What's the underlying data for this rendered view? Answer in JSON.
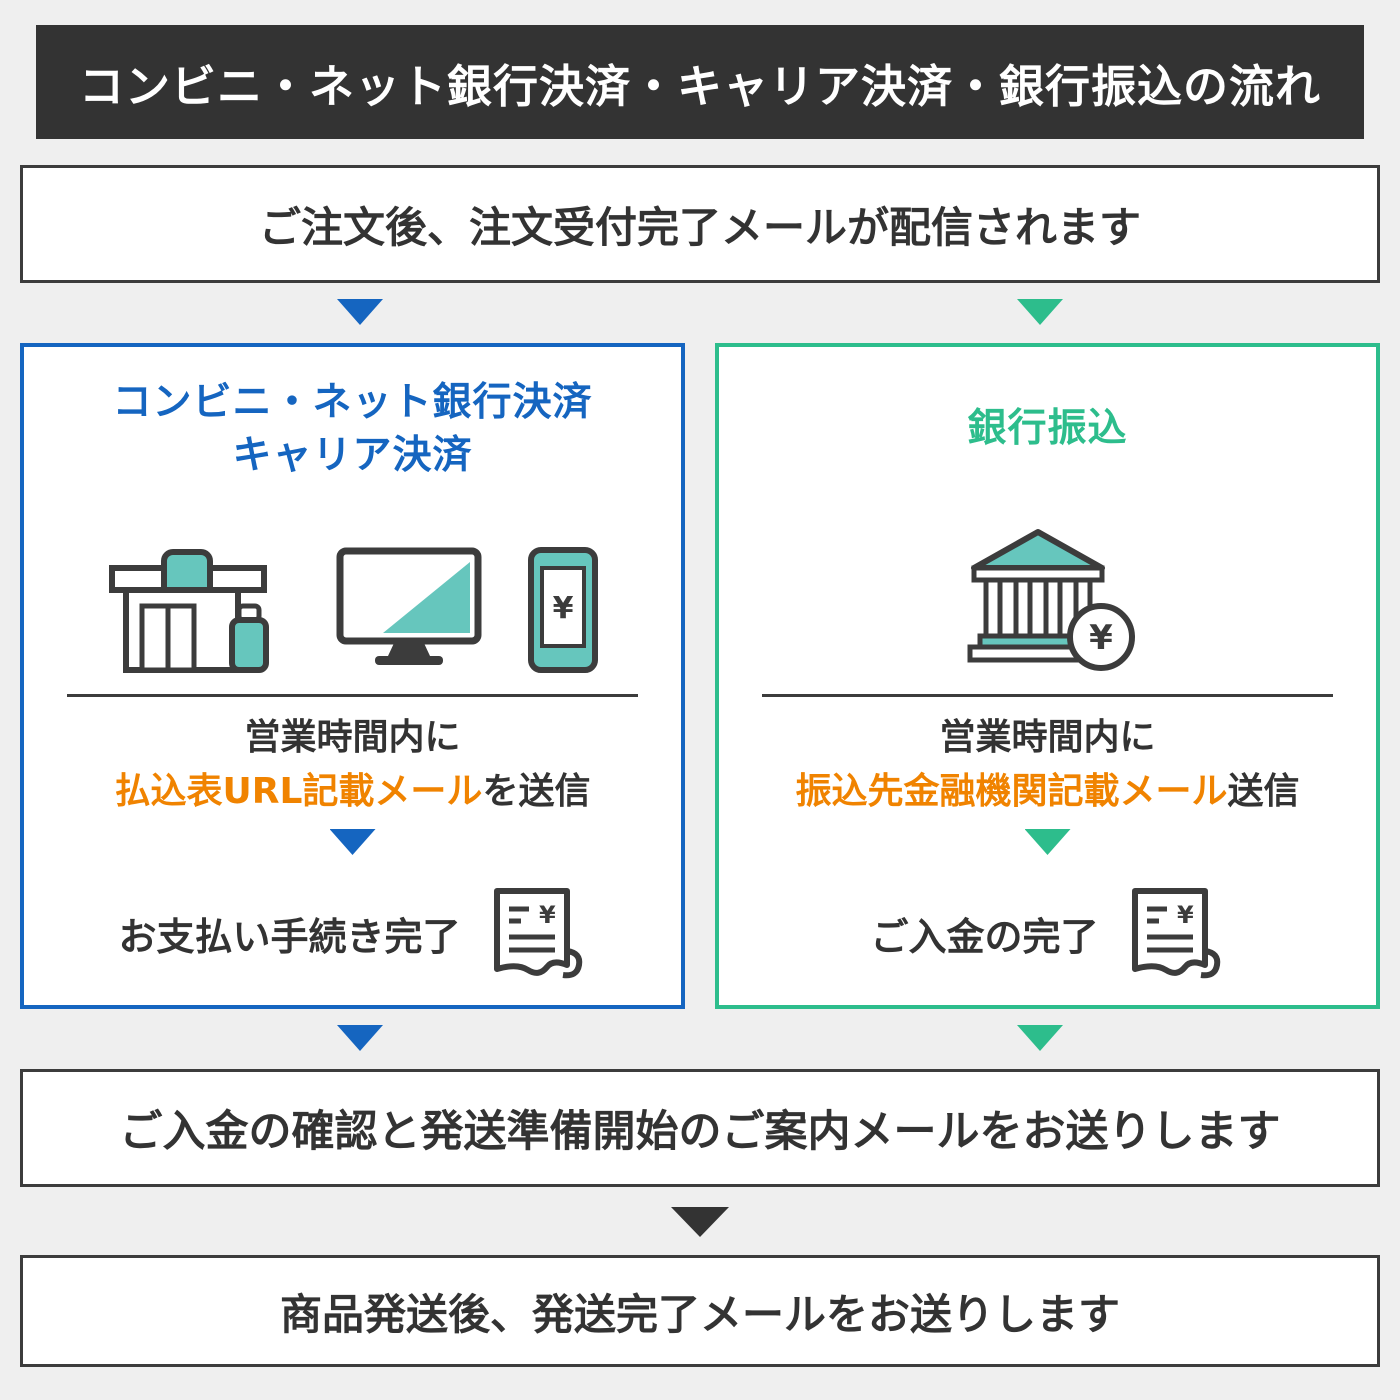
{
  "colors": {
    "background": "#efefef",
    "header_bg": "#333333",
    "text_dark": "#333333",
    "blue": "#1565c0",
    "green": "#2dbd8c",
    "orange": "#f08300",
    "teal": "#66c6bd"
  },
  "header": {
    "title": "コンビニ・ネット銀行決済・キャリア決済・銀行振込の流れ"
  },
  "steps": {
    "order_received": "ご注文後、注文受付完了メールが配信されます",
    "payment_confirmed": "ご入金の確認と発送準備開始のご案内メールをお送りします",
    "shipped": "商品発送後、発送完了メールをお送りします"
  },
  "left_column": {
    "title_line1": "コンビニ・ネット銀行決済",
    "title_line2": "キャリア決済",
    "notice_line1": "営業時間内に",
    "notice_highlight": "払込表URL記載メール",
    "notice_suffix": "を送信",
    "complete": "お支払い手続き完了"
  },
  "right_column": {
    "title": "銀行振込",
    "notice_line1": "営業時間内に",
    "notice_highlight": "振込先金融機関記載メール",
    "notice_suffix": "送信",
    "complete": "ご入金の完了"
  },
  "icons": {
    "yen": "¥"
  }
}
